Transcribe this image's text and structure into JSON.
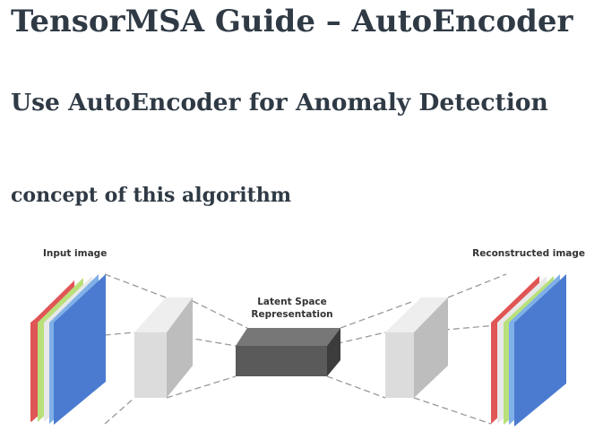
{
  "page": {
    "title": "TensorMSA Guide – AutoEncoder",
    "subtitle": "Use AutoEncoder for Anomaly Detection",
    "section_heading": "concept of this algorithm"
  },
  "figure": {
    "input_label": "Input image",
    "latent_label_line1": "Latent Space",
    "latent_label_line2": "Representation",
    "output_label": "Reconstructed image"
  },
  "colors": {
    "text": "#2f3a45",
    "layer_red": "#e05555",
    "layer_green": "#b9e07a",
    "layer_blue": "#4a7bd0",
    "encoder_block": "#d8d8d8",
    "latent_block": "#555555"
  }
}
